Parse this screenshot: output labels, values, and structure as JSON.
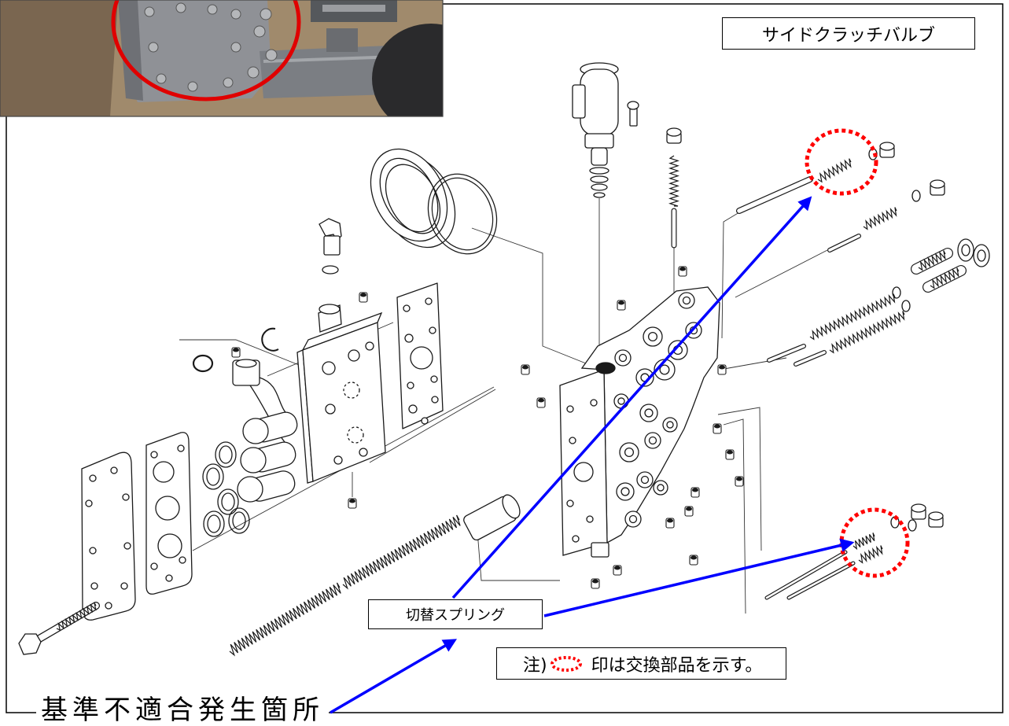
{
  "labels": {
    "title": "サイドクラッチバルブ",
    "callout": "切替スプリング",
    "note_prefix": "注)",
    "note_text": "印は交換部品を示す。",
    "location": "基準不適合発生箇所"
  },
  "colors": {
    "arrow": "#0000ff",
    "replacement_marker": "#ff0000",
    "photo_highlight": "#e00000",
    "frame": "#000000"
  }
}
